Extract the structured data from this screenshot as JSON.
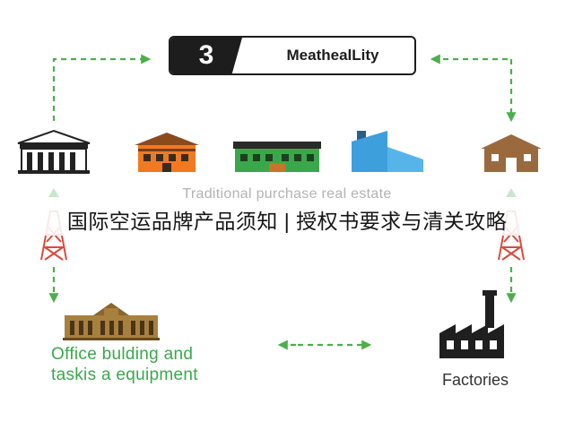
{
  "step": {
    "number": "3",
    "title": "MeathealLity"
  },
  "labels": {
    "traditional": "Traditional purchase real estate",
    "banner": "国际空运品牌产品须知 | 授权书要求与清关攻略",
    "office": [
      "Office bulding and",
      "taskis a equipment"
    ],
    "factories": "Factories"
  },
  "colors": {
    "arrow": "#4cae4c",
    "orange": "#f07a22",
    "green": "#3aa84a",
    "blue": "#3d9fdc",
    "brown": "#9a6a3e",
    "tower": "#d94b3c"
  }
}
